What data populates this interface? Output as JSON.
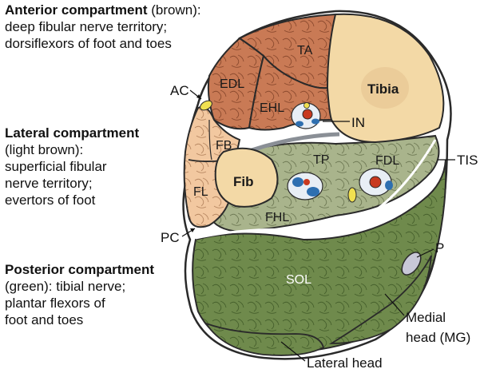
{
  "compartments": {
    "anterior": {
      "title": "Anterior compartment",
      "qualifier": " (brown):",
      "line1": "deep fibular nerve territory;",
      "line2": "dorsiflexors of foot and toes"
    },
    "lateral": {
      "title": "Lateral compartment",
      "line1": "(light brown):",
      "line2": "superficial fibular",
      "line3": "nerve territory;",
      "line4": "evertors of foot"
    },
    "posterior": {
      "title": "Posterior compartment",
      "line1": "(green): tibial nerve;",
      "line2": "plantar flexors of",
      "line3": "foot and toes"
    }
  },
  "structures": {
    "ta": "TA",
    "tibia": "Tibia",
    "edl": "EDL",
    "ehl": "EHL",
    "fb": "FB",
    "fl": "FL",
    "fib": "Fib",
    "tp": "TP",
    "fdl": "FDL",
    "fhl": "FHL",
    "sol": "SOL"
  },
  "callouts": {
    "ac": "AC",
    "in": "IN",
    "tis": "TIS",
    "pc": "PC",
    "p": "P",
    "medial_line1": "Medial",
    "medial_line2": "head (MG)",
    "lateral_head": "Lateral head"
  },
  "colors": {
    "anterior_muscle": "#c97a55",
    "lateral_muscle": "#f2c8a0",
    "posterior_muscle": "#6f8a4c",
    "deep_posterior": "#a9b48c",
    "bone": "#f3d9a6",
    "outline": "#2a2a2a"
  }
}
